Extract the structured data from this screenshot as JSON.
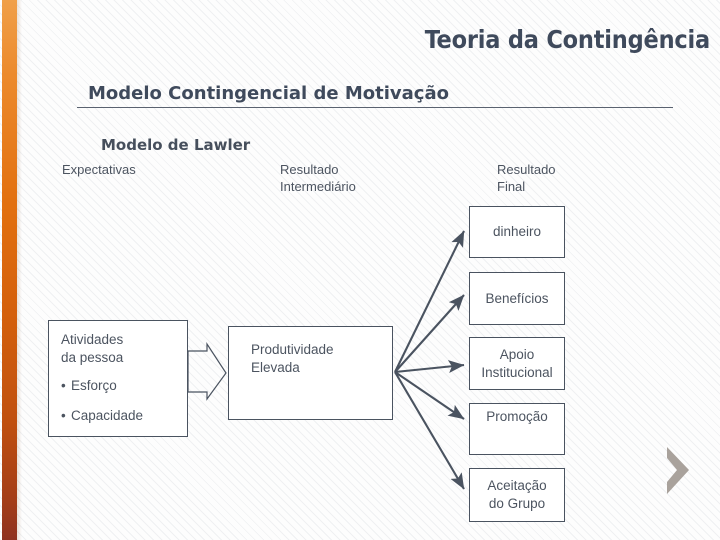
{
  "slide": {
    "title": "Teoria da Contingência",
    "subtitle": "Modelo Contingencial de Motivação",
    "model_title": "Modelo de Lawler",
    "accent_color": "#e2700f",
    "text_color": "#4c5460",
    "heading_color": "#3f4a5c",
    "box_border_color": "#4a5360",
    "arrow_color": "#4a5360",
    "ornament_color": "#a9a29c"
  },
  "columns": [
    {
      "id": "expectativas",
      "label": "Expectativas"
    },
    {
      "id": "intermediario",
      "label": "Resultado\nIntermediário"
    },
    {
      "id": "final",
      "label": "Resultado\nFinal"
    }
  ],
  "diagram": {
    "input_box": {
      "heading": "Atividades\nda pessoa",
      "bullet_char": "•",
      "items": [
        "Esforço",
        "Capacidade"
      ]
    },
    "middle_box": {
      "label": "Produtividade\nElevada"
    },
    "outcome_boxes": [
      {
        "id": "dinheiro",
        "label": "dinheiro"
      },
      {
        "id": "beneficios",
        "label": "Benefícios"
      },
      {
        "id": "apoio",
        "label": "Apoio\nInstitucional"
      },
      {
        "id": "promocao",
        "label": "Promoção"
      },
      {
        "id": "aceitacao",
        "label": "Aceitação\ndo Grupo"
      }
    ],
    "connector_icon": "block-arrow-right-icon",
    "fan_arrow_count": 5
  },
  "ornament": {
    "icon": "chevron-right-icon"
  }
}
